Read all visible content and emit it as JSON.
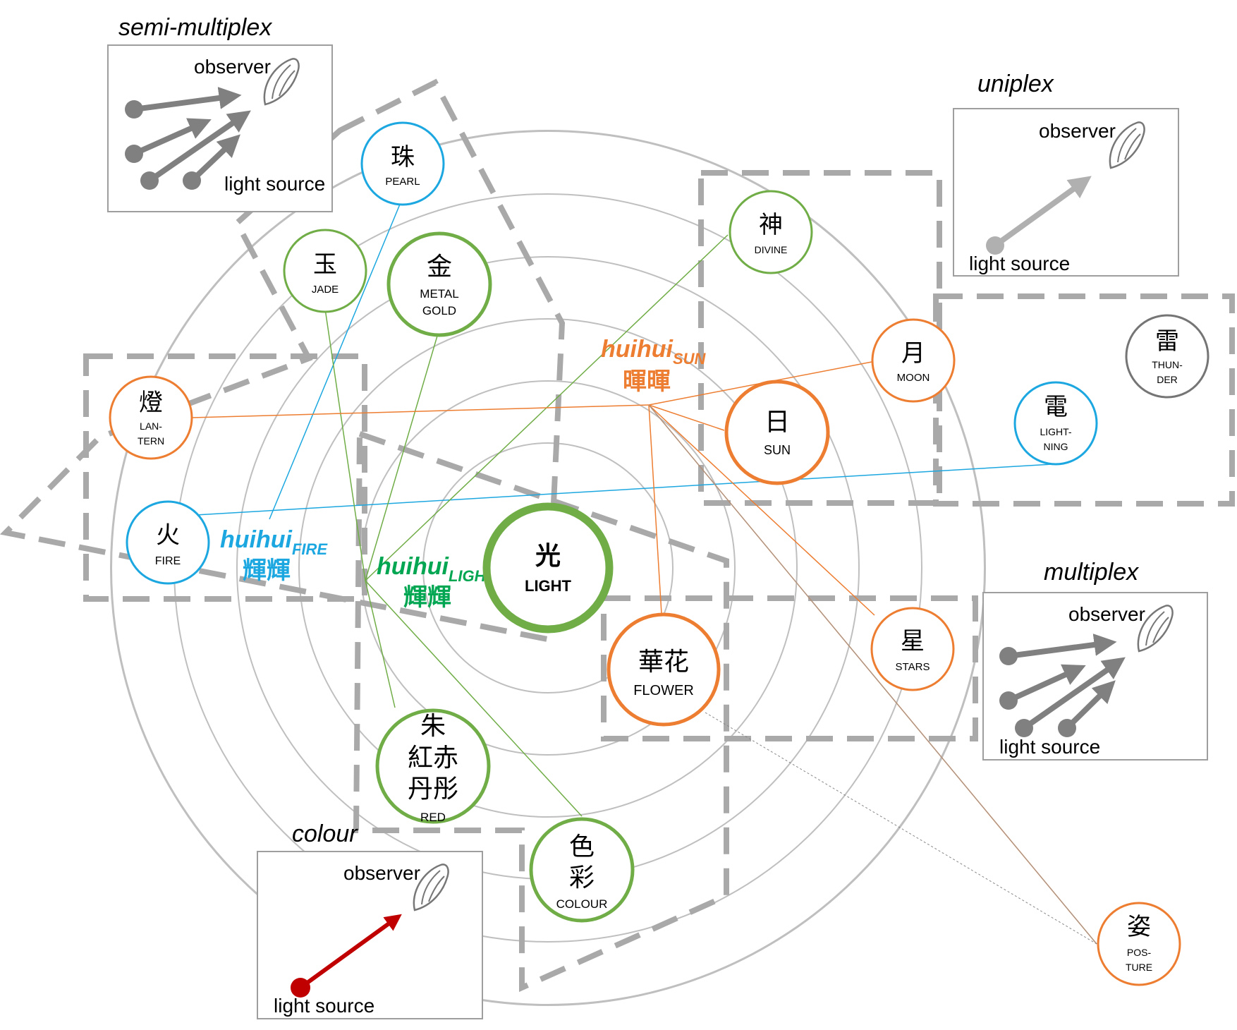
{
  "colors": {
    "ring": "#bfbfbf",
    "dash": "#a9a9a9",
    "blue": "#1ca7e0",
    "green": "#70ad47",
    "orange": "#ed7d31",
    "dark": "#555555",
    "arrow_gray": "#808080",
    "arrow_light": "#b0b0b0",
    "arrow_red": "#c00000"
  },
  "sections": {
    "semi_multiplex": "semi-multiplex",
    "uniplex": "uniplex",
    "multiplex": "multiplex",
    "colour": "colour"
  },
  "insets": {
    "semi_multiplex": {
      "observer": "observer",
      "source": "light source"
    },
    "uniplex": {
      "observer": "observer",
      "source": "light source"
    },
    "multiplex": {
      "observer": "observer",
      "source": "light source"
    },
    "colour": {
      "observer": "observer",
      "source": "light source"
    }
  },
  "huihui": {
    "fire": {
      "main": "huihui",
      "sub": "FIRE",
      "hanzi": "輝輝"
    },
    "light": {
      "main": "huihui",
      "sub": "LIGHT",
      "hanzi": "輝輝"
    },
    "sun": {
      "main": "huihui",
      "sub": "SUN",
      "hanzi": "暉暉"
    }
  },
  "nodes": {
    "light": {
      "zh": "光",
      "en": "LIGHT"
    },
    "pearl": {
      "zh": "珠",
      "en": "PEARL"
    },
    "jade": {
      "zh": "玉",
      "en": "JADE"
    },
    "metal": {
      "zh": "金",
      "en1": "METAL",
      "en2": "GOLD"
    },
    "lantern": {
      "zh": "燈",
      "en1": "LAN-",
      "en2": "TERN"
    },
    "fire": {
      "zh": "火",
      "en": "FIRE"
    },
    "red": {
      "zh1": "朱",
      "zh2": "紅赤",
      "zh3": "丹彤",
      "en": "RED"
    },
    "colour": {
      "zh1": "色",
      "zh2": "彩",
      "en": "COLOUR"
    },
    "divine": {
      "zh": "神",
      "en": "DIVINE"
    },
    "moon": {
      "zh": "月",
      "en": "MOON"
    },
    "sun": {
      "zh": "日",
      "en": "SUN"
    },
    "thunder": {
      "zh": "雷",
      "en1": "THUN-",
      "en2": "DER"
    },
    "lightning": {
      "zh": "電",
      "en1": "LIGHT-",
      "en2": "NING"
    },
    "flower": {
      "zh": "華花",
      "en": "FLOWER"
    },
    "stars": {
      "zh": "星",
      "en": "STARS"
    },
    "posture": {
      "zh": "姿",
      "en1": "POS-",
      "en2": "TURE"
    }
  }
}
